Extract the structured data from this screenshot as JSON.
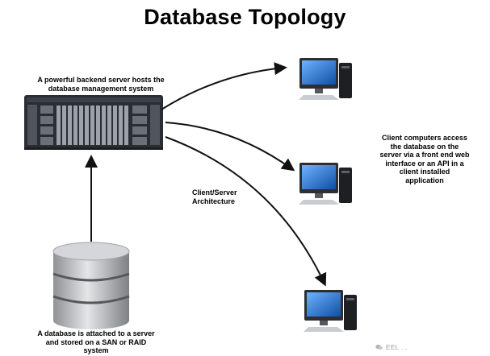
{
  "title": "Database Topology",
  "captions": {
    "server": "A powerful backend server hosts the database management system",
    "architecture": "Client/Server Architecture",
    "clients": "Client computers access the database on the server via a front end web interface or an API in a client installed application",
    "database": "A database is attached to a server and stored on a SAN or RAID system"
  },
  "icons": [
    "server-icon",
    "database-icon",
    "desktop-computer-icon",
    "arrow-icon"
  ],
  "colors": {
    "screen_blue": "#1f6fc8",
    "server_dark": "#2a2d33",
    "disk_grey": "#b9bcc0",
    "arrow": "#111111"
  },
  "watermark": "EEL ..."
}
